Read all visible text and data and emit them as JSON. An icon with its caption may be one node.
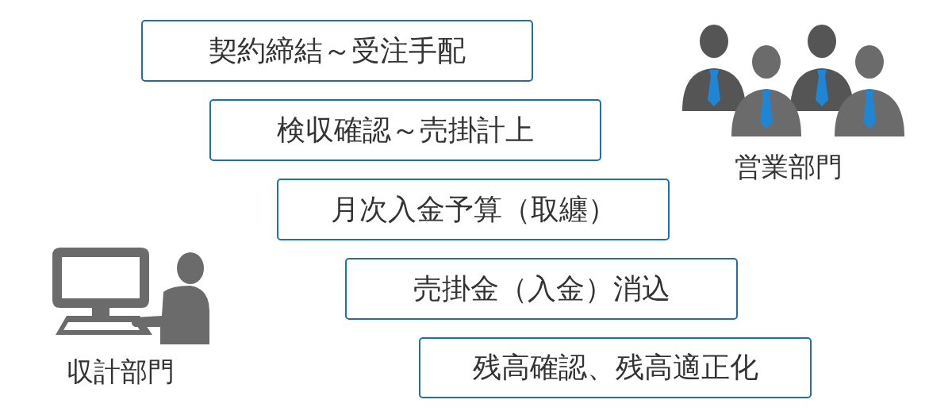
{
  "diagram": {
    "nodes": [
      {
        "text": [
          "契約締結～受注手配"
        ]
      },
      {
        "text": [
          "検収確認～売掛計上"
        ]
      },
      {
        "text": [
          "月次入金予算（取纏）"
        ]
      },
      {
        "text": [
          "売掛金（入金）消込"
        ]
      },
      {
        "text": [
          "残高確認、残高適正化"
        ]
      }
    ],
    "labels": [
      "営業部門",
      "収計部門"
    ]
  }
}
